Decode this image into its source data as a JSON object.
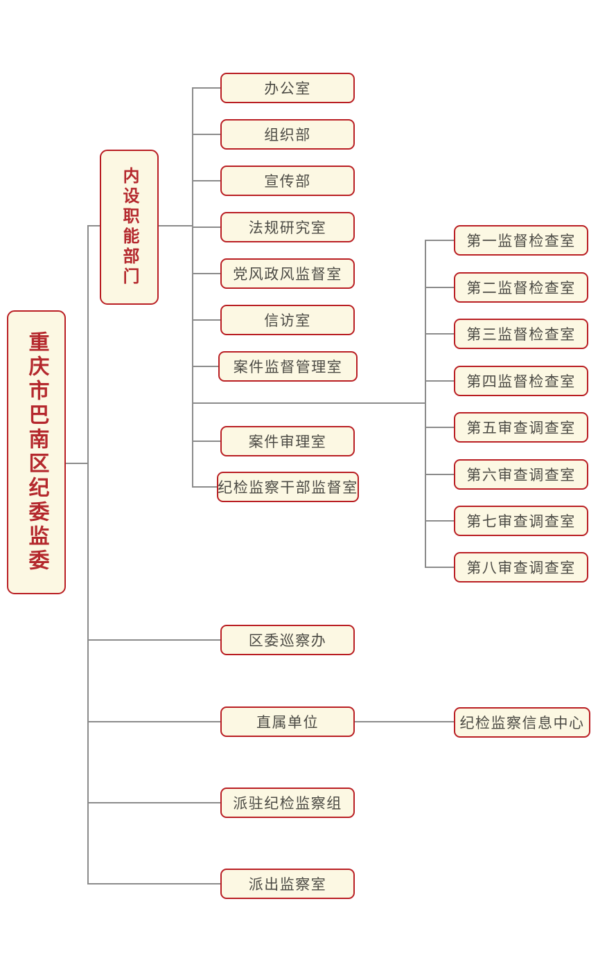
{
  "colors": {
    "background": "#ffffff",
    "node_fill": "#fcf8e3",
    "node_border": "#b91d22",
    "connector_line": "#8a8a8a",
    "node_text": "#4b4a44",
    "title_text": "#b4282d"
  },
  "root": {
    "label": "重庆市巴南区纪委监委"
  },
  "group": {
    "label": "内设职能部门"
  },
  "internal_departments": [
    {
      "label": "办公室"
    },
    {
      "label": "组织部"
    },
    {
      "label": "宣传部"
    },
    {
      "label": "法规研究室"
    },
    {
      "label": "党风政风监督室"
    },
    {
      "label": "信访室"
    },
    {
      "label": "案件监督管理室"
    },
    {
      "label": "案件审理室"
    },
    {
      "label": "纪检监察干部监督室"
    }
  ],
  "discipline_offices": [
    {
      "label": "第一监督检查室"
    },
    {
      "label": "第二监督检查室"
    },
    {
      "label": "第三监督检查室"
    },
    {
      "label": "第四监督检查室"
    },
    {
      "label": "第五审查调查室"
    },
    {
      "label": "第六审查调查室"
    },
    {
      "label": "第七审查调查室"
    },
    {
      "label": "第八审查调查室"
    }
  ],
  "other_units": [
    {
      "label": "区委巡察办"
    },
    {
      "label": "直属单位"
    },
    {
      "label": "派驻纪检监察组"
    },
    {
      "label": "派出监察室"
    }
  ],
  "affiliated_unit": {
    "label": "纪检监察信息中心"
  }
}
